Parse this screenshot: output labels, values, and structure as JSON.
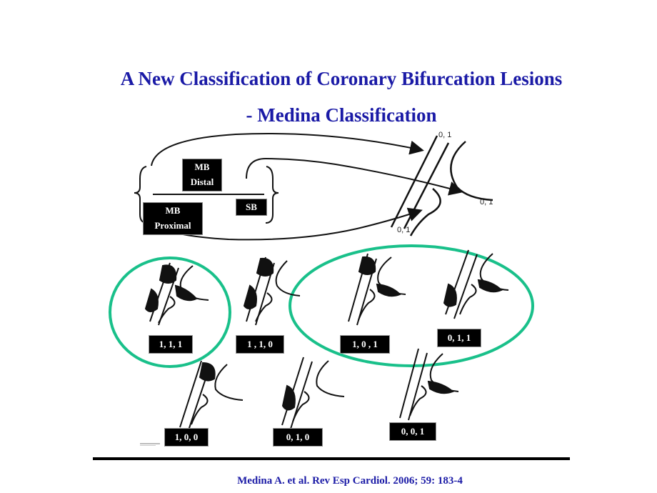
{
  "title_line1": "A New Classification of Coronary Bifurcation Lesions",
  "title_line2": "- Medina Classification",
  "segments": {
    "mb_distal": [
      "MB",
      "Distal"
    ],
    "mb_proximal": [
      "MB",
      "Proximal"
    ],
    "sb": "SB"
  },
  "vessel_values": [
    "0, 1",
    "0, 1",
    "0, 1"
  ],
  "classifications": [
    "1, 1, 1",
    "1 , 1, 0",
    "1, 0 , 1",
    "0, 1, 1",
    "1, 0, 0",
    "0, 1, 0",
    "0, 0, 1"
  ],
  "highlight_color": "#19c08a",
  "citation": "Medina A. et al.  Rev Esp Cardiol. 2006; 59: 183-4"
}
